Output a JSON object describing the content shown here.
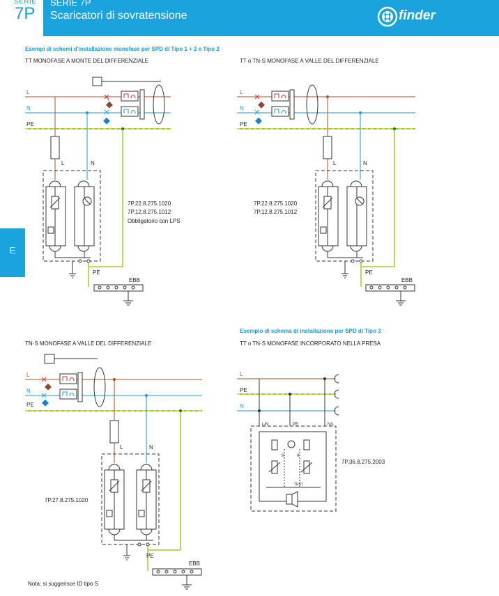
{
  "header": {
    "serie_label": "SERIE",
    "serie_number": "7P",
    "title_serie": "SERIE 7P",
    "title": "Scaricatori di sovratensione",
    "brand": "finder"
  },
  "side_tab": {
    "label": "E"
  },
  "section1": {
    "title": "Esempi di schemi d'installazione monofase per SPD di Tipo 1 + 2 e Tipo 2"
  },
  "section2": {
    "title": "Esempio di schema di installazione per SPD di Tipo 3"
  },
  "labels": {
    "L": "L",
    "N": "N",
    "PE": "PE",
    "EBB": "EBB",
    "LN": "L/N",
    "NL": "N/L",
    "test": "TEST"
  },
  "diagrams": {
    "d1": {
      "title": "TT MONOFASE A MONTE DEL DIFFERENZIALE",
      "codes": [
        "7P.22.8.275.1020",
        "7P.12.8.275.1012",
        "Obbligatorio con LPS"
      ]
    },
    "d2": {
      "title": "TT o TN-S MONOFASE A VALLE DEL DIFFERENZIALE",
      "codes": [
        "7P.22.8.275.1020",
        "7P.12.8.275.1012"
      ]
    },
    "d3": {
      "title": "TN-S MONOFASE A VALLE DEL DIFFERENZIALE",
      "codes": [
        "7P.27.8.275.1020"
      ]
    },
    "d4": {
      "title": "TT o TN-S MONOFASE INCORPORATO NELLA PRESA",
      "codes": [
        "7P.36.8.275.2003"
      ]
    }
  },
  "note": "Nota: si suggerisce ID tipo S",
  "colors": {
    "accent": "#1aa3dd",
    "line_L": "#a0522d",
    "line_N": "#1a9ad6",
    "line_PE_green": "#9acd32",
    "line_PE_yellow": "#e8d44d",
    "dark": "#333333"
  }
}
